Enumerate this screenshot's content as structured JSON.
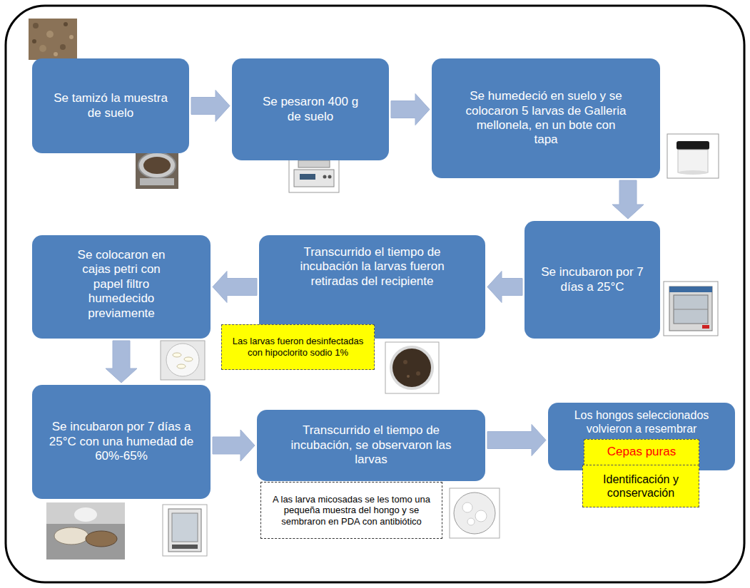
{
  "diagram": {
    "nodes": [
      {
        "text": [
          "Se tamizó la muestra de suelo"
        ]
      },
      {
        "text": [
          "Se pesaron 400 g de suelo"
        ]
      },
      {
        "text": [
          "Se humedeció en suelo y se colocaron 5 larvas de Galleria mellonela, en un bote con tapa"
        ]
      },
      {
        "text": [
          "Se incubaron por 7 días a 25°C"
        ]
      },
      {
        "text": [
          "Transcurrido el tiempo de incubación la larvas fueron retiradas del recipiente"
        ]
      },
      {
        "text": [
          "Las larvas fueron desinfectadas con hipoclorito sodio 1%"
        ]
      },
      {
        "text": [
          "Se colocaron en cajas petri con papel filtro humedecido previamente"
        ]
      },
      {
        "text": [
          "Se incubaron por 7 días a 25°C con una humedad de 60%-65%"
        ]
      },
      {
        "text": [
          "Transcurrido el tiempo de incubación, se observaron las larvas"
        ]
      },
      {
        "text": [
          "A las larva micosadas se les tomo una pequeña muestra del hongo y se sembraron en PDA con antibiótico"
        ]
      },
      {
        "text": [
          "Los hongos seleccionados volvieron a resembrar"
        ]
      },
      {
        "text": [
          "Cepas puras"
        ],
        "in": 10
      },
      {
        "text": [
          "Identificación y conservación"
        ]
      }
    ],
    "edges": [
      {
        "from": 0,
        "to": 1,
        "arrow": "to"
      },
      {
        "from": 1,
        "to": 2,
        "arrow": "to"
      },
      {
        "from": 2,
        "to": 3,
        "arrow": "to"
      },
      {
        "from": 3,
        "to": 4,
        "arrow": "to"
      },
      {
        "from": 4,
        "to": 6,
        "arrow": "to"
      },
      {
        "from": 6,
        "to": 7,
        "arrow": "to"
      },
      {
        "from": 7,
        "to": 8,
        "arrow": "to"
      },
      {
        "from": 8,
        "to": 10,
        "arrow": "to"
      }
    ]
  }
}
